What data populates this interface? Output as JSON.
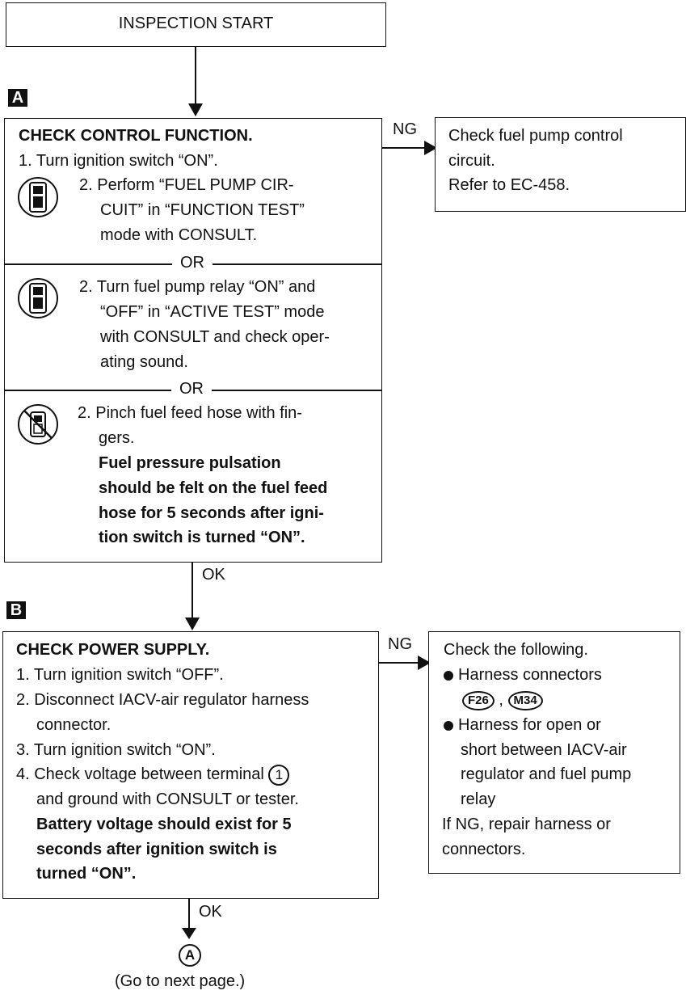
{
  "start": {
    "label": "INSPECTION START"
  },
  "step_a": {
    "badge": "A",
    "heading": "CHECK CONTROL FUNCTION.",
    "step1": "1. Turn ignition switch “ON”.",
    "opt1": [
      "2. Perform “FUEL PUMP CIR-",
      "CUIT” in “FUNCTION TEST”",
      "mode with CONSULT."
    ],
    "or1": "OR",
    "opt2": [
      "2. Turn fuel pump relay “ON” and",
      "“OFF” in “ACTIVE TEST” mode",
      "with CONSULT and check oper-",
      "ating sound."
    ],
    "or2": "OR",
    "opt3": [
      "2. Pinch fuel feed hose with fin-",
      "gers."
    ],
    "opt3_bold": [
      "Fuel pressure pulsation",
      "should be felt on the fuel feed",
      "hose for 5 seconds after igni-",
      "tion switch is turned “ON”."
    ],
    "ng_label": "NG",
    "ng_box": [
      "Check fuel pump control",
      "circuit.",
      "Refer to EC-458."
    ],
    "ok_label": "OK"
  },
  "step_b": {
    "badge": "B",
    "heading": "CHECK POWER SUPPLY.",
    "lines": [
      "1. Turn ignition switch “OFF”.",
      "2. Disconnect IACV-air regulator harness",
      "connector.",
      "3. Turn ignition switch “ON”.",
      "4. Check voltage between terminal",
      "and ground with CONSULT or tester."
    ],
    "terminal": "1",
    "bold": [
      "Battery voltage should exist for 5",
      "seconds after ignition switch is",
      "turned “ON”."
    ],
    "ng_label": "NG",
    "ng_box": {
      "title": "Check the following.",
      "bullet1": "Harness connectors",
      "connector1": "F26",
      "connector2": "M34",
      "bullet2": [
        "Harness for open or",
        "short between IACV-air",
        "regulator and fuel pump",
        "relay"
      ],
      "footer": [
        "If NG, repair harness or",
        "connectors."
      ]
    },
    "ok_label": "OK"
  },
  "end": {
    "ref": "A",
    "note": "(Go to next page.)"
  }
}
